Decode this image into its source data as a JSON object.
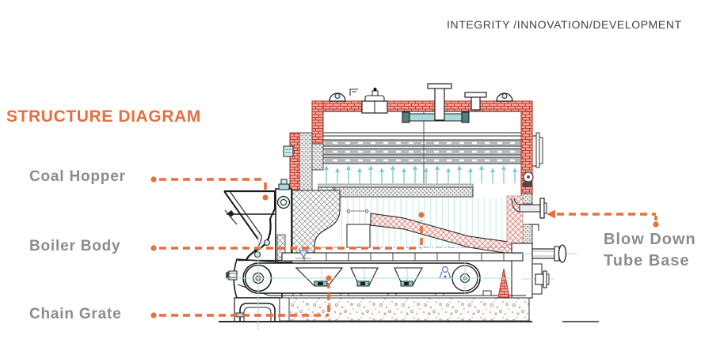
{
  "header": {
    "slogan": "INTEGRITY /INNOVATION/DEVELOPMENT"
  },
  "title": "STRUCTURE DIAGRAM",
  "labels": {
    "coal_hopper": "Coal Hopper",
    "boiler_body": "Boiler Body",
    "chain_grate": "Chain Grate",
    "blow_down_line1": "Blow Down",
    "blow_down_line2": "Tube Base"
  },
  "diagram": {
    "subject": "chain grate boiler side-section drawing",
    "callouts": [
      "Coal Hopper",
      "Boiler Body",
      "Chain Grate",
      "Blow Down Tube Base"
    ]
  },
  "colors": {
    "accent_orange": "#e76f3c",
    "label_gray": "#8a8c8e",
    "slogan_dark": "#3f3f41",
    "brick_red": "#c23b2c",
    "teal": "#a8dcda"
  }
}
